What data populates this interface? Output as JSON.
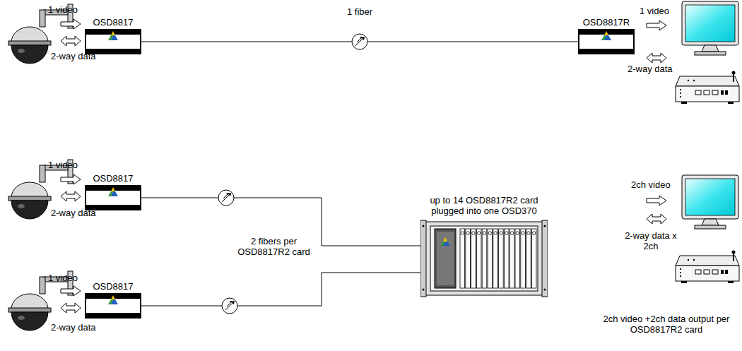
{
  "diagram": {
    "nodes": [
      {
        "text": [
          "OSD8817"
        ]
      },
      {
        "text": [
          "OSD8817R"
        ]
      },
      {
        "text": [
          "OSD8817"
        ]
      },
      {
        "text": [
          "OSD8817"
        ]
      },
      {
        "text": [
          "up to 14 OSD8817R2 card plugged into one OSD370"
        ]
      }
    ],
    "edges": [
      {
        "from": 0,
        "to": 1,
        "arrow": "none",
        "label": "1 fiber"
      },
      {
        "from": 2,
        "to": 4,
        "arrow": "none"
      },
      {
        "from": 3,
        "to": 4,
        "arrow": "none"
      }
    ],
    "labels": [
      "1 video",
      "2-way data",
      "1 video",
      "2-way data",
      "1 video",
      "2-way data",
      "2 fibers per OSD8817R2 card",
      "1 video",
      "2-way data",
      "2ch video",
      "2-way data x 2ch",
      "2ch video +2ch data output per OSD8817R2 card"
    ]
  }
}
